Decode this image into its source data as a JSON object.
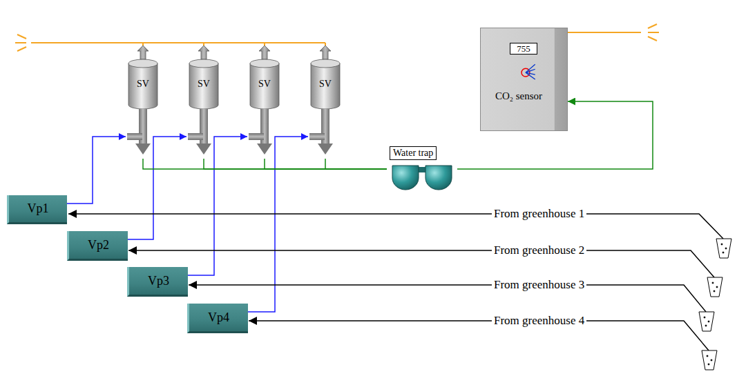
{
  "diagram": {
    "nodes": [
      {
        "text": [
          "SV"
        ]
      },
      {
        "text": [
          "SV"
        ]
      },
      {
        "text": [
          "SV"
        ]
      },
      {
        "text": [
          "SV"
        ]
      },
      {
        "text": [
          "755",
          "CO₂ sensor"
        ]
      },
      {
        "text": [
          "Water trap"
        ]
      },
      {
        "text": [
          "Vp1"
        ]
      },
      {
        "text": [
          "Vp2"
        ]
      },
      {
        "text": [
          "Vp3"
        ]
      },
      {
        "text": [
          "Vp4"
        ]
      }
    ],
    "edges": [
      {
        "from": 6,
        "to": 0,
        "arrow": "to"
      },
      {
        "from": 7,
        "to": 1,
        "arrow": "to"
      },
      {
        "from": 8,
        "to": 2,
        "arrow": "to"
      },
      {
        "from": 9,
        "to": 3,
        "arrow": "to"
      },
      {
        "from": 0,
        "to": 5,
        "arrow": "none"
      },
      {
        "from": 1,
        "to": 5,
        "arrow": "none"
      },
      {
        "from": 2,
        "to": 5,
        "arrow": "none"
      },
      {
        "from": 3,
        "to": 5,
        "arrow": "none"
      },
      {
        "from": 5,
        "to": 4,
        "arrow": "to"
      }
    ],
    "labels": [
      "From greenhouse 1",
      "From greenhouse 2",
      "From greenhouse 3",
      "From greenhouse 4"
    ]
  }
}
